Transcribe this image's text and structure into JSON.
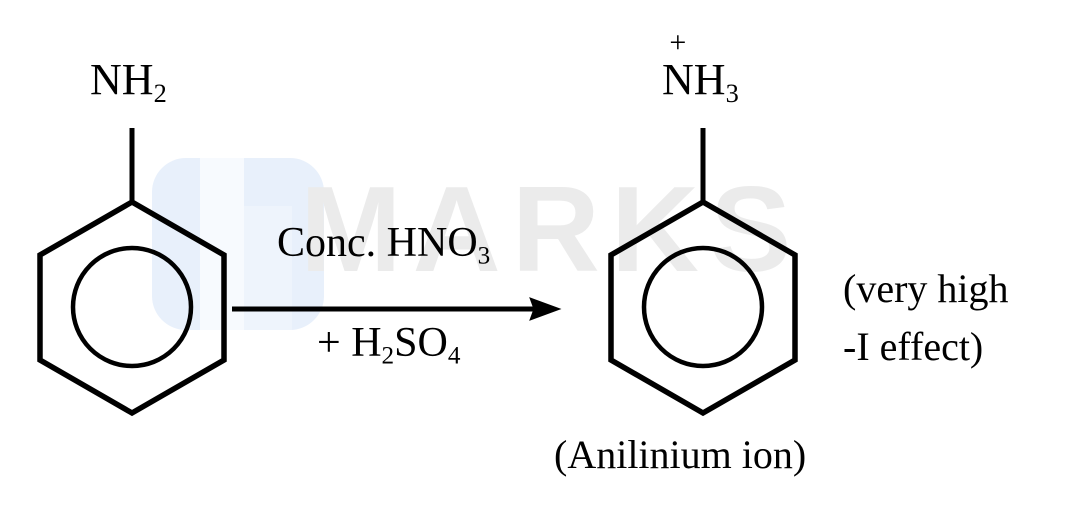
{
  "diagram": {
    "type": "chemical-reaction",
    "title_visible": false,
    "background_color": "#ffffff",
    "ink_color": "#000000"
  },
  "watermark": {
    "logo_shape": "rounded-square",
    "logo_color": "#e8f0fb",
    "text": "MARKS",
    "text_color": "#ebebeb"
  },
  "reactant": {
    "name": "aniline",
    "ring_type": "benzene-ring-with-circle",
    "substituent": {
      "element": "N",
      "hydrogens": "2",
      "charge": "",
      "full_label": "NH2"
    },
    "caption": ""
  },
  "arrow": {
    "direction": "right",
    "reagent_above": {
      "prefix": "Conc. ",
      "formula_main": "HNO",
      "formula_sub": "3",
      "full_label": "Conc. HNO3"
    },
    "reagent_below": {
      "prefix": "+ ",
      "part1_main": "H",
      "part1_sub": "2",
      "part2_main": "SO",
      "part2_sub": "4",
      "full_label": "+ H2SO4"
    }
  },
  "product": {
    "name": "anilinium ion",
    "ring_type": "benzene-ring-with-circle",
    "substituent": {
      "element": "N",
      "hydrogens": "3",
      "charge": "+",
      "full_label": "N(+)H3"
    },
    "caption": "(Anilinium ion)"
  },
  "annotation": {
    "line1": "(very high",
    "line2": "-I effect)",
    "full_text": "(very high -I effect)"
  }
}
